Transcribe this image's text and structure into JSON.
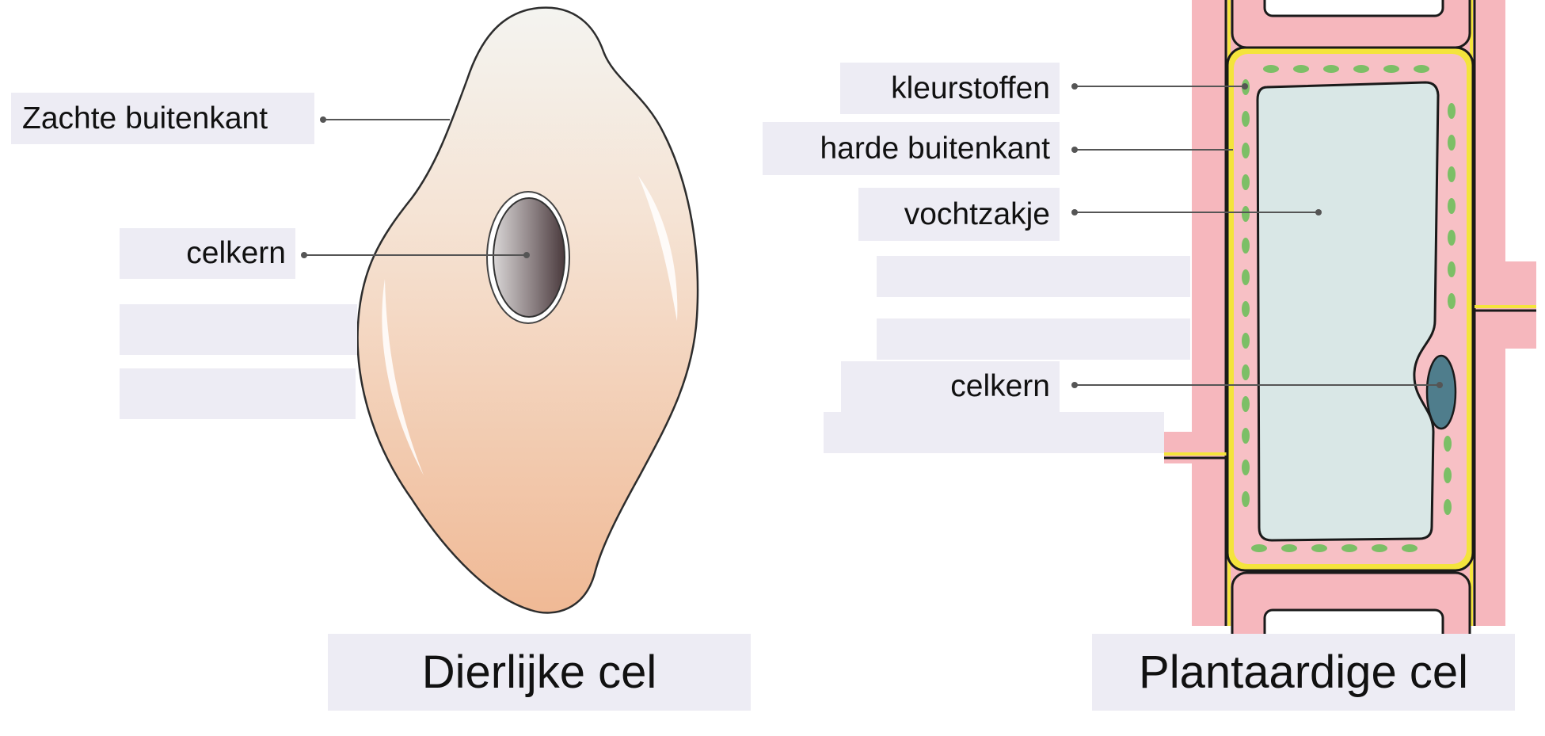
{
  "animal_cell": {
    "caption": "Dierlijke cel",
    "labels": {
      "outer": "Zachte buitenkant",
      "nucleus": "celkern"
    },
    "colors": {
      "top": "#f4f4f0",
      "bottom": "#f0b995",
      "nucleus": "#5b4a4d"
    }
  },
  "plant_cell": {
    "caption": "Plantaardige cel",
    "labels": {
      "pigments": "kleurstoffen",
      "wall": "harde buitenkant",
      "vacuole": "vochtzakje",
      "nucleus": "celkern"
    },
    "colors": {
      "wall": "#f6b7bd",
      "membrane": "#f4e43c",
      "vacuole": "#d9e7e6",
      "chloroplast": "#7cbf66",
      "nucleus": "#4f7d8c"
    }
  }
}
